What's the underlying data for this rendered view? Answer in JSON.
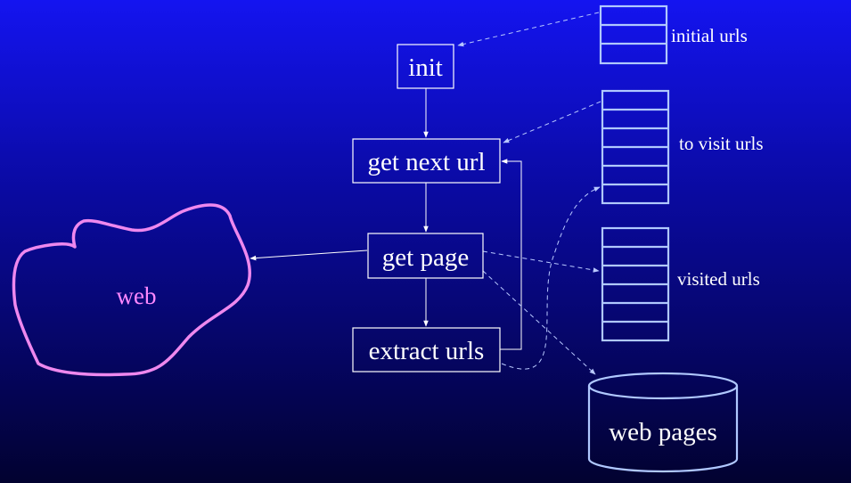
{
  "stages": {
    "init": "init",
    "get_next_url": "get next url",
    "get_page": "get page",
    "extract_urls": "extract urls"
  },
  "stores": {
    "initial_urls": "initial urls",
    "to_visit_urls": "to visit urls",
    "visited_urls": "visited urls",
    "web_pages": "web pages"
  },
  "web": {
    "label": "web"
  },
  "colors": {
    "stage_border": "#ffffff",
    "queue_border": "#b0c8ff",
    "cloud_stroke": "#ee88ee",
    "cloud_text": "#ff88ff"
  }
}
